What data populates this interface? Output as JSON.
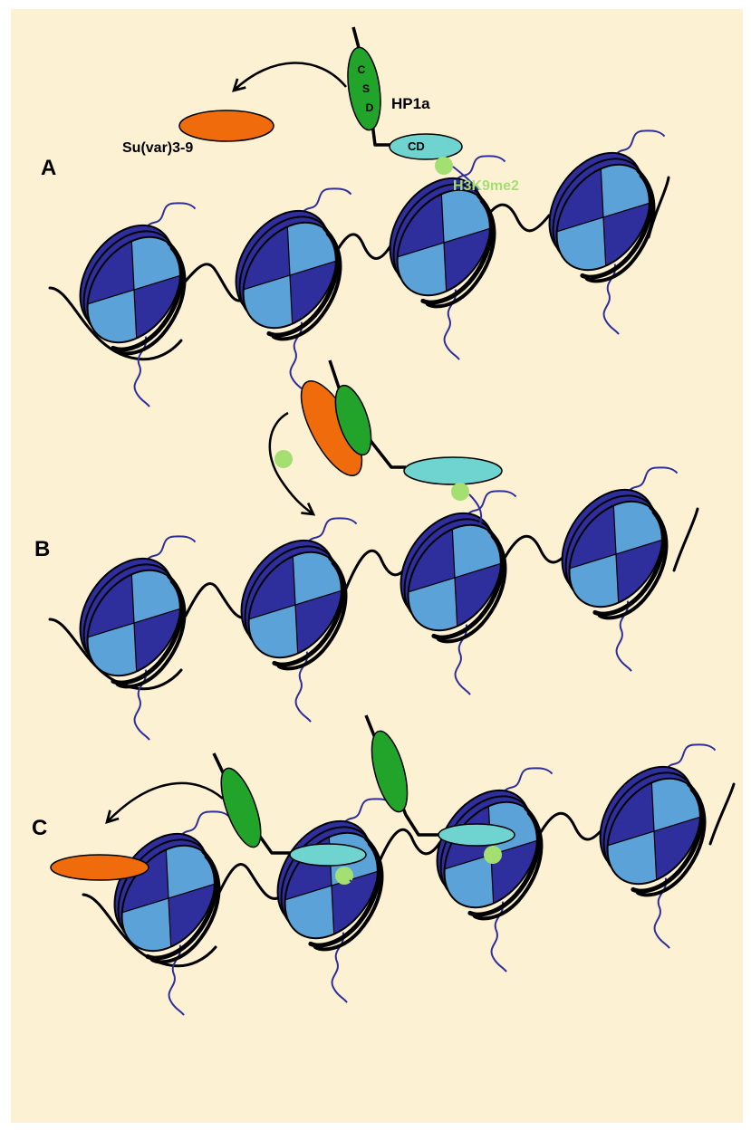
{
  "figure": {
    "background_color": "#fdf1d3",
    "frame_color": "#ffffff"
  },
  "colors": {
    "nucleosome_dark": "#2e2f9c",
    "nucleosome_light": "#5aa2d8",
    "histone_tail": "#2e2f9c",
    "dna": "#000000",
    "hp1_shadow_domain": "#22a32a",
    "hp1_chromo_domain": "#6fd4d0",
    "suvar39": "#ef6b0c",
    "methyl_mark": "#a4df72"
  },
  "panels": [
    {
      "label": "A",
      "annotations": {
        "hp1": "HP1a",
        "csd_letters": [
          "C",
          "S",
          "D"
        ],
        "cd": "CD",
        "suvar": "Su(var)3-9",
        "mark": "H3K9me2"
      }
    },
    {
      "label": "B"
    },
    {
      "label": "C"
    }
  ]
}
